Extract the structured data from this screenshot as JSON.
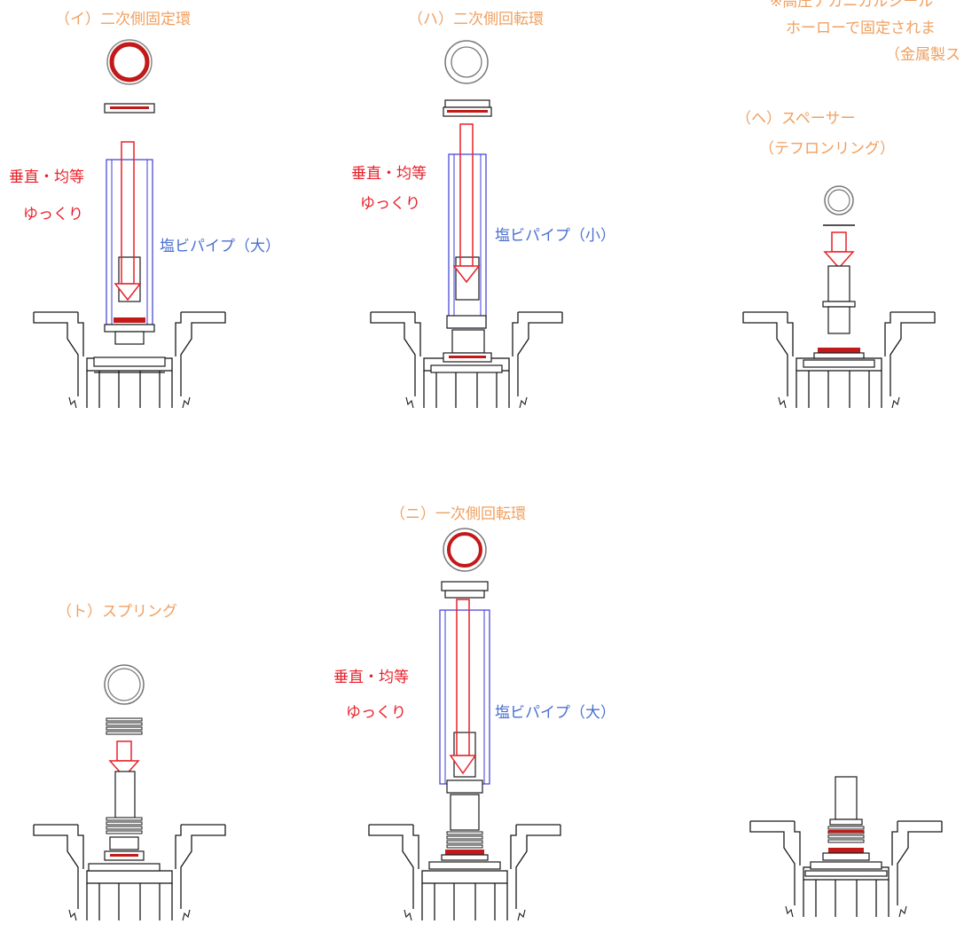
{
  "colors": {
    "orange": "#f0a060",
    "red": "#e8202a",
    "blue": "#4a6fd0",
    "ring_red": "#c21a1a",
    "line": "#1a1a1a",
    "pipe_blue": "#3b3bd6"
  },
  "labels": {
    "secondary_fixed_ring": "（イ）二次側固定環",
    "secondary_rotating_ring": "（ハ）二次側回転環",
    "note_line1": "※高圧ナカニカルシール",
    "note_line2": "ホーローで固定されま",
    "note_line3": "（金属製ス",
    "spacer": "（ヘ）スペーサー",
    "spacer_sub": "（テフロンリング）",
    "primary_rotating_ring": "（ニ）一次側回転環",
    "spring": "（ト）スプリング",
    "vertical_even_1": "垂直・均等",
    "slowly_1": "ゆっくり",
    "vertical_even_2": "垂直・均等",
    "slowly_2": "ゆっくり",
    "vertical_even_3": "垂直・均等",
    "slowly_3": "ゆっくり",
    "pvc_pipe_large_1": "塩ビパイプ（大）",
    "pvc_pipe_small": "塩ビパイプ（小）",
    "pvc_pipe_large_2": "塩ビパイプ（大）"
  }
}
